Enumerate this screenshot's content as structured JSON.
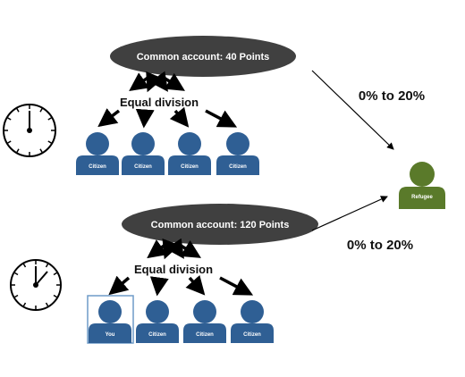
{
  "top_group": {
    "account_label": "Common account: 40 Points",
    "division_label": "Equal division",
    "members": [
      "Citizen",
      "Citizen",
      "Citizen",
      "Citizen"
    ],
    "transfer_label": "0% to 20%"
  },
  "bottom_group": {
    "account_label": "Common account: 120 Points",
    "division_label": "Equal division",
    "members": [
      "You",
      "Citizen",
      "Citizen",
      "Citizen"
    ],
    "transfer_label": "0% to 20%"
  },
  "refugee_label": "Refugee",
  "icons": {
    "clock_top": "clock-icon",
    "clock_bottom": "clock-icon",
    "person": "person-icon"
  },
  "colors": {
    "account_ellipse": "#404040",
    "citizen_person": "#2f5f94",
    "refugee_person": "#5a7a2a",
    "you_highlight_border": "#6f9bc8",
    "arrow": "#000000"
  }
}
